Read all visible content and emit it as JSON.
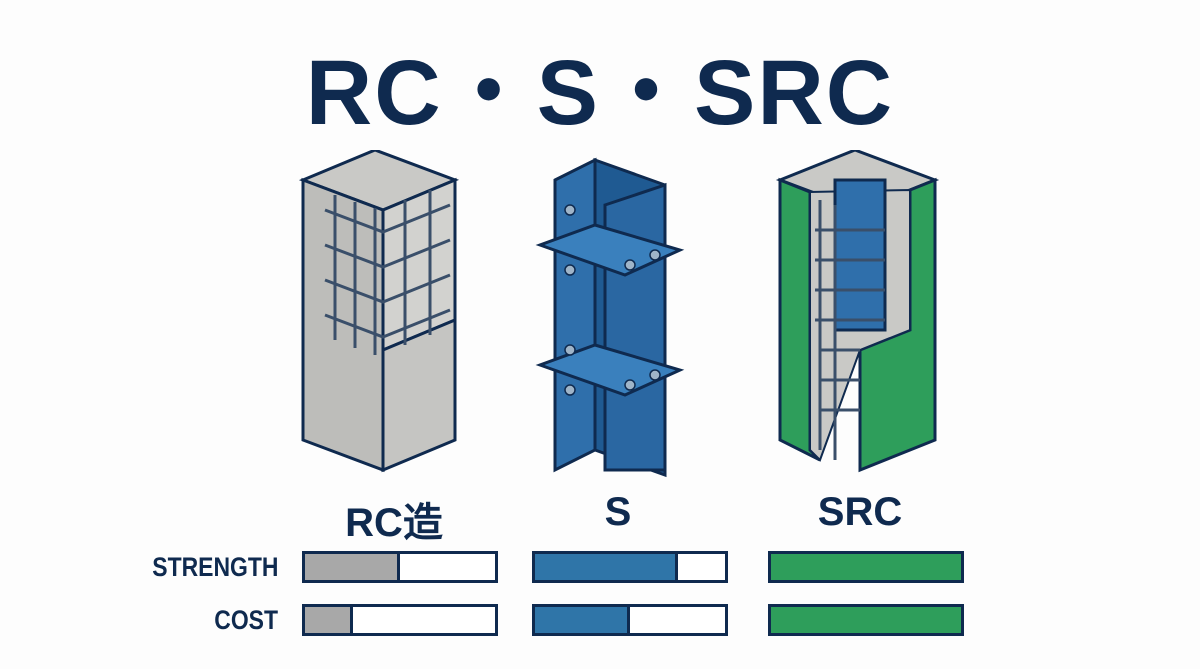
{
  "title": "RC・S・SRC",
  "columns": [
    {
      "label": "RC造",
      "color": "#a8a8a8",
      "strength": 50,
      "cost": 25
    },
    {
      "label": "S",
      "color": "#2f75a8",
      "strength": 75,
      "cost": 50
    },
    {
      "label": "SRC",
      "color": "#2e9e5b",
      "strength": 100,
      "cost": 100
    }
  ],
  "rows": {
    "strength": "STRENGTH",
    "cost": "COST"
  }
}
